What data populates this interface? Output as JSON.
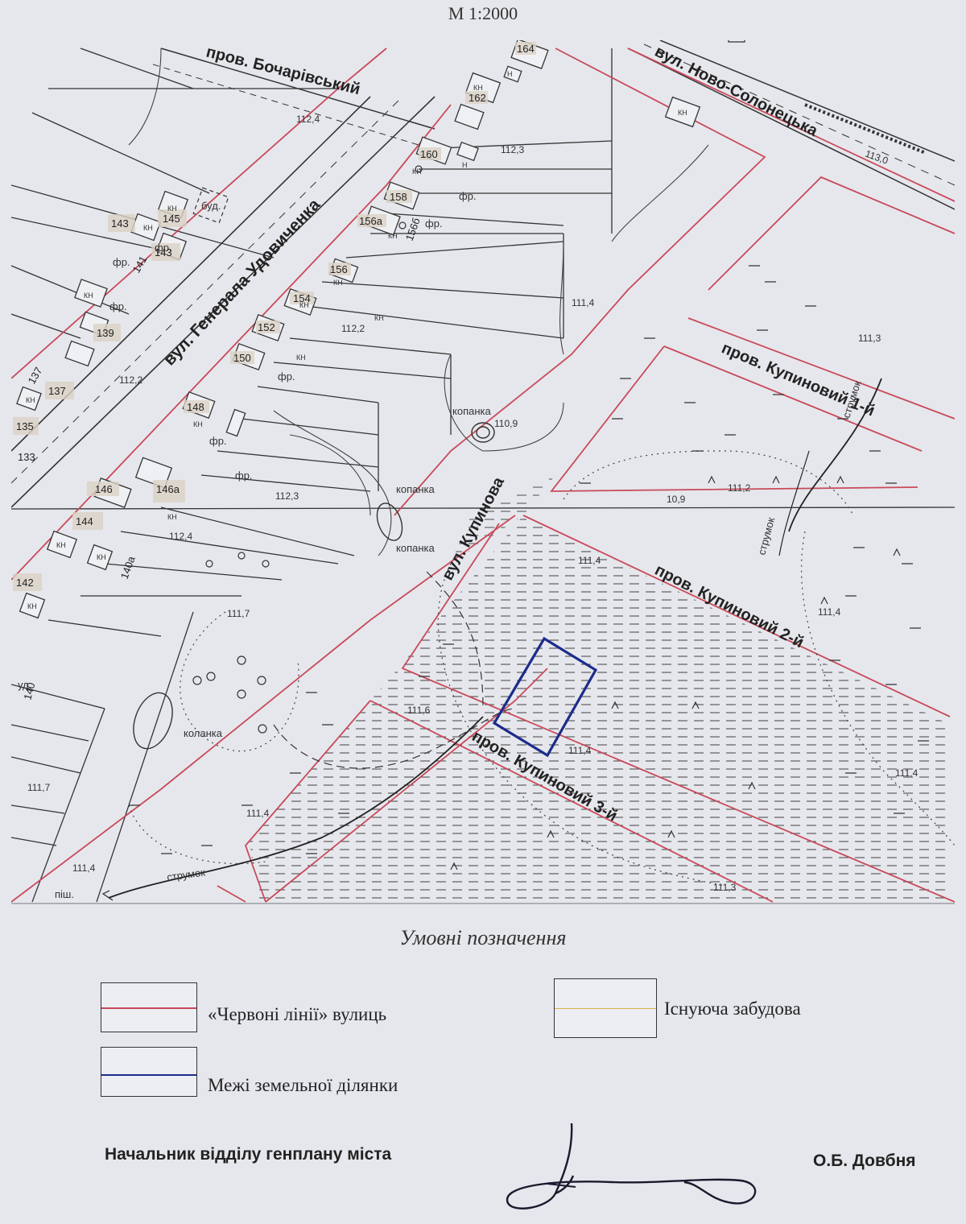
{
  "scale": "М 1:2000",
  "colors": {
    "red_line": "#c84a5a",
    "parcel": "#1c2c8c",
    "built": "#d8b04a",
    "ink": "#333333",
    "paper": "#e6e7ec"
  },
  "streets": {
    "bocharivskyi": "пров. Бочарівський",
    "novo_solonetska": "вул. Ново-Солонецька",
    "udovychenka": "вул. Генерала Удовиченка",
    "kupynova": "вул. Купинова",
    "kupynovyi_1": "пров. Купиновий 1-й",
    "kupynovyi_2": "пров. Купиновий 2-й",
    "kupynovyi_3": "пров. Купиновий 3-й"
  },
  "features": {
    "kopanka": "копанка",
    "kolanka": "коланка",
    "strumok": "струмок",
    "pish": "піш.",
    "fr": "фр.",
    "kn": "КН",
    "bud": "буд.",
    "n": "Н",
    "ud": "уд."
  },
  "house_numbers": [
    "164",
    "162",
    "160",
    "158",
    "156а",
    "156",
    "154",
    "152",
    "150",
    "148",
    "146",
    "146а",
    "144",
    "142",
    "143",
    "145",
    "141",
    "139",
    "137",
    "135",
    "133",
    "140",
    "140а",
    "156б"
  ],
  "elevations": [
    "112,4",
    "112,3",
    "112,2",
    "111,4",
    "110,9",
    "111,3",
    "111,2",
    "10,9",
    "112,4",
    "111,7",
    "111,6",
    "111,4",
    "111,4",
    "111,3",
    "111,7",
    "111,4",
    "113,0"
  ],
  "legend": {
    "title": "Умовні позначення",
    "red_lines": "«Червоні лінії» вулиць",
    "parcel_bounds": "Межі земельної ділянки",
    "existing_buildings": "Існуюча забудова"
  },
  "footer": {
    "position": "Начальник відділу генплану міста",
    "name": "О.Б. Довбня"
  }
}
